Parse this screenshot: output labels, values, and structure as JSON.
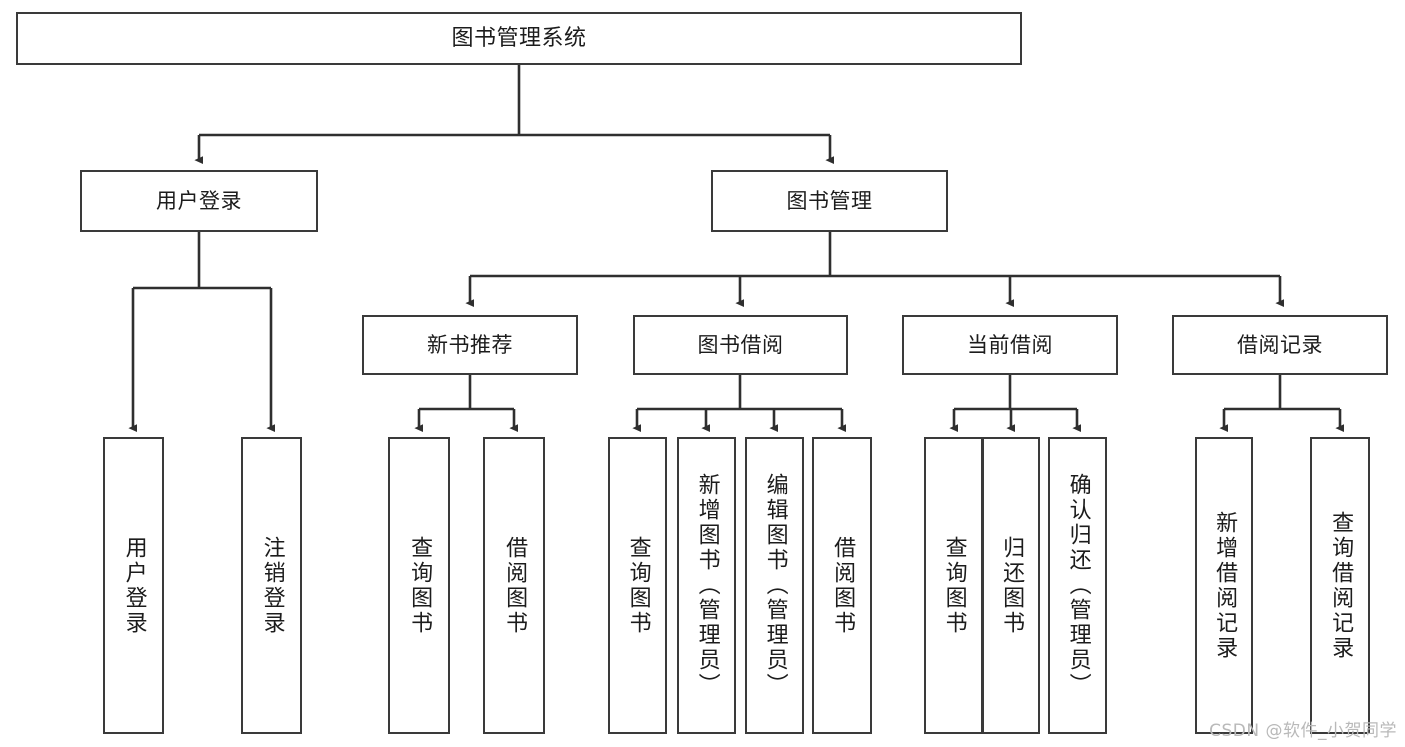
{
  "diagram": {
    "title": "图书管理系统",
    "type": "tree",
    "watermark": "CSDN @软件_小贺同学",
    "colors": {
      "box_border": "#3a3a3a",
      "box_fill": "#ffffff",
      "connector": "#2f2f2f",
      "text": "#1c1c1c",
      "watermark": "#b9b9b9"
    },
    "root": {
      "label": "图书管理系统"
    },
    "level1": [
      {
        "label": "用户登录"
      },
      {
        "label": "图书管理"
      }
    ],
    "level2": [
      {
        "label": "新书推荐"
      },
      {
        "label": "图书借阅"
      },
      {
        "label": "当前借阅"
      },
      {
        "label": "借阅记录"
      }
    ],
    "leaves": {
      "user_login": [
        {
          "label": "用户登录"
        },
        {
          "label": "注销登录"
        }
      ],
      "new_book_recommend": [
        {
          "label": "查询图书"
        },
        {
          "label": "借阅图书"
        }
      ],
      "book_borrow": [
        {
          "label": "查询图书"
        },
        {
          "label": "新增图书（管理员）"
        },
        {
          "label": "编辑图书（管理员）"
        },
        {
          "label": "借阅图书"
        }
      ],
      "current_borrow": [
        {
          "label": "查询图书"
        },
        {
          "label": "归还图书"
        },
        {
          "label": "确认归还（管理员）"
        }
      ],
      "borrow_record": [
        {
          "label": "新增借阅记录"
        },
        {
          "label": "查询借阅记录"
        }
      ]
    }
  }
}
